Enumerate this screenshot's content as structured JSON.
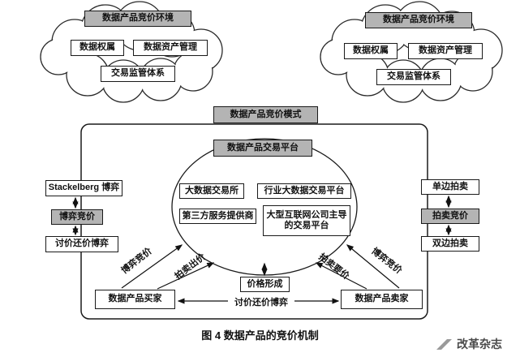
{
  "clouds": {
    "left": {
      "title": "数据产品竞价环境",
      "item1": "数据权属",
      "item2": "数据资产管理",
      "item3": "交易监管体系"
    },
    "right": {
      "title": "数据产品竞价环境",
      "item1": "数据权属",
      "item2": "数据资产管理",
      "item3": "交易监管体系"
    }
  },
  "mode": {
    "title": "数据产品竞价模式"
  },
  "platform": {
    "title": "数据产品交易平台",
    "exchange": "大数据交易所",
    "industry": "行业大数据交易平台",
    "third_party": "第三方服务提供商",
    "internet": "大型互联网公司主导的交易平台"
  },
  "game_chain": {
    "top": "Stackelberg 博弈",
    "mid": "博弈竞价",
    "bottom": "讨价还价博弈"
  },
  "auction_chain": {
    "top": "单边拍卖",
    "mid": "拍卖竞价",
    "bottom": "双边拍卖"
  },
  "market": {
    "price": "价格形成",
    "buyer": "数据产品买家",
    "seller": "数据产品卖家",
    "bargain": "讨价还价博弈"
  },
  "arrow_labels": {
    "buyer_game": "博弈竞价",
    "buyer_bid": "拍卖出价",
    "seller_ask": "拍卖要价",
    "seller_game": "博弈竞价"
  },
  "caption": "图 4  数据产品的竞价机制",
  "brand": "改革杂志",
  "colors": {
    "box_gray": "#b4b4b4",
    "line": "#1a1a1a"
  }
}
